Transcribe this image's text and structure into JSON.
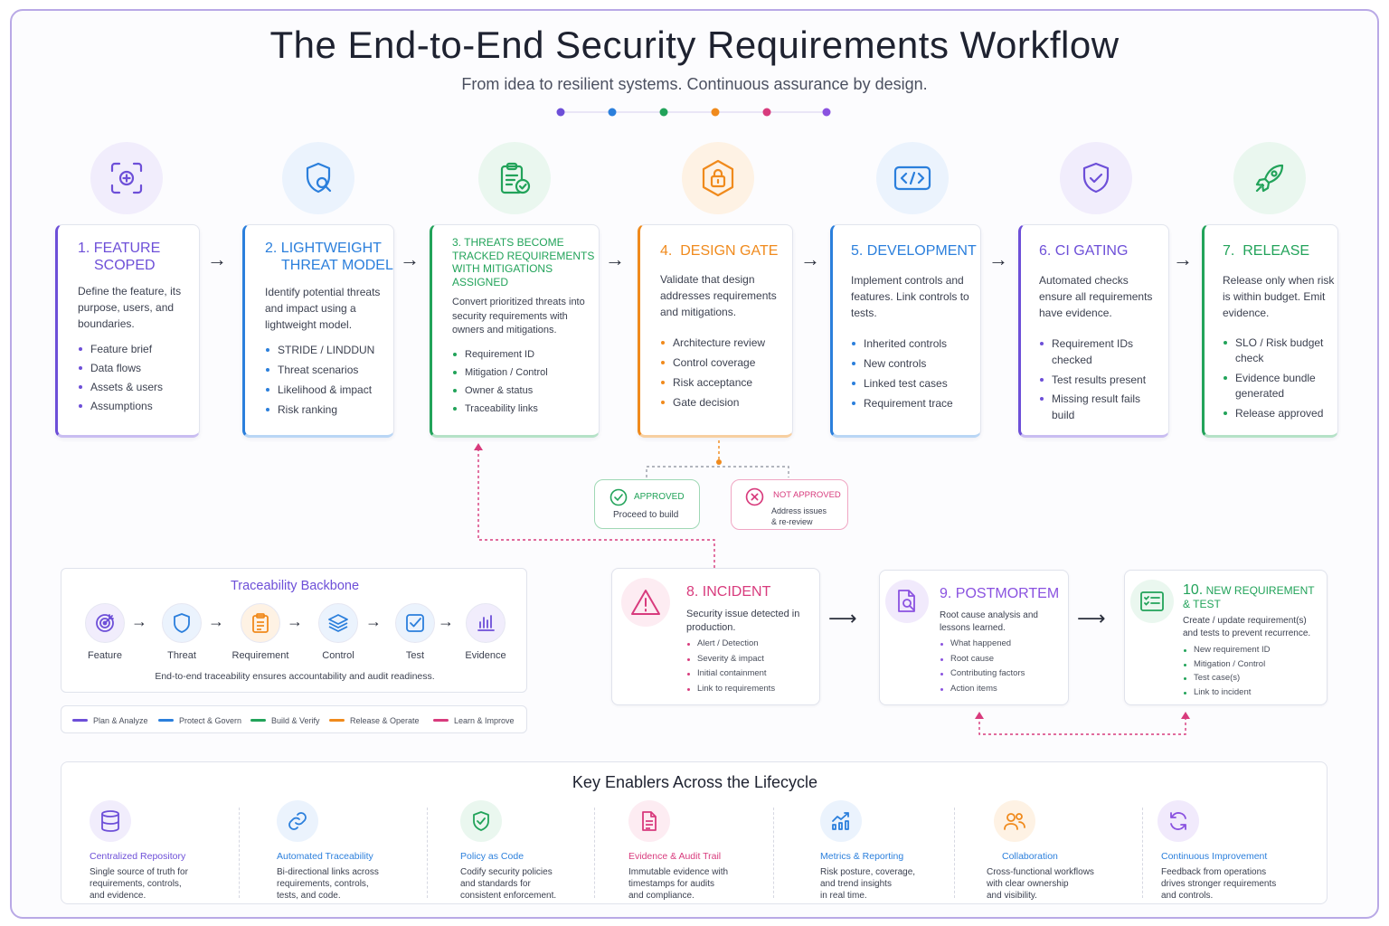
{
  "header": {
    "title": "The End-to-End Security Requirements Workflow",
    "subtitle": "From idea to resilient systems. Continuous assurance by design."
  },
  "colors": {
    "purple": "#6d4fd8",
    "blue": "#2b7fdc",
    "green": "#22a35a",
    "orange": "#f08a1c",
    "pink": "#d83b7d",
    "violet": "#8a52e0"
  },
  "steps": [
    {
      "num": "1.",
      "title1": "FEATURE",
      "title2": "SCOPED",
      "desc": "Define the feature, its purpose, users, and boundaries.",
      "items": [
        "Feature brief",
        "Data flows",
        "Assets & users",
        "Assumptions"
      ],
      "icon": "scope-icon",
      "color": "#6d4fd8"
    },
    {
      "num": "2.",
      "title1": "LIGHTWEIGHT",
      "title2": "THREAT MODEL",
      "desc": "Identify potential threats and impact using a lightweight model.",
      "items": [
        "STRIDE / LINDDUN",
        "Threat scenarios",
        "Likelihood & impact",
        "Risk ranking"
      ],
      "icon": "shield-search-icon",
      "color": "#2b7fdc"
    },
    {
      "num": "3.",
      "title1": "THREATS BECOME TRACKED REQUIREMENTS WITH MITIGATIONS ASSIGNED",
      "title2": "",
      "desc": "Convert prioritized threats into security requirements with owners and mitigations.",
      "items": [
        "Requirement ID",
        "Mitigation / Control",
        "Owner & status",
        "Traceability links"
      ],
      "icon": "clipboard-check-icon",
      "color": "#22a35a"
    },
    {
      "num": "4.",
      "title1": "DESIGN GATE",
      "title2": "",
      "desc": "Validate that design addresses requirements and mitigations.",
      "items": [
        "Architecture review",
        "Control coverage",
        "Risk acceptance",
        "Gate decision"
      ],
      "icon": "lock-icon",
      "color": "#f08a1c"
    },
    {
      "num": "5.",
      "title1": "DEVELOPMENT",
      "title2": "",
      "desc": "Implement controls and features. Link controls to tests.",
      "items": [
        "Inherited controls",
        "New controls",
        "Linked test cases",
        "Requirement trace"
      ],
      "icon": "code-icon",
      "color": "#2b7fdc"
    },
    {
      "num": "6.",
      "title1": "CI GATING",
      "title2": "",
      "desc": "Automated checks ensure all requirements have evidence.",
      "items": [
        "Requirement IDs checked",
        "Test results present",
        "Missing result fails build"
      ],
      "icon": "shield-check-icon",
      "color": "#6d4fd8"
    },
    {
      "num": "7.",
      "title1": "RELEASE",
      "title2": "",
      "desc": "Release only when risk is within budget. Emit evidence.",
      "items": [
        "SLO / Risk budget check",
        "Evidence bundle generated",
        "Release approved"
      ],
      "icon": "rocket-icon",
      "color": "#22a35a"
    }
  ],
  "gate": {
    "approved_title": "APPROVED",
    "approved_desc": "Proceed to build",
    "not_title": "NOT APPROVED",
    "not_desc1": "Address issues",
    "not_desc2": "& re-review"
  },
  "feedback": [
    {
      "num": "8.",
      "title": "INCIDENT",
      "desc": "Security issue detected in production.",
      "items": [
        "Alert / Detection",
        "Severity & impact",
        "Initial containment",
        "Link to requirements"
      ],
      "icon": "warning-icon",
      "color": "#d83b7d"
    },
    {
      "num": "9.",
      "title": "POSTMORTEM",
      "desc": "Root cause analysis and lessons learned.",
      "items": [
        "What happened",
        "Root cause",
        "Contributing factors",
        "Action items"
      ],
      "icon": "document-search-icon",
      "color": "#8a52e0"
    },
    {
      "num": "10.",
      "title": "NEW REQUIREMENT & TEST",
      "desc": "Create / update requirement(s) and tests to prevent recurrence.",
      "items": [
        "New requirement ID",
        "Mitigation / Control",
        "Test case(s)",
        "Link to incident"
      ],
      "icon": "checklist-icon",
      "color": "#22a35a"
    }
  ],
  "traceability": {
    "title": "Traceability Backbone",
    "items": [
      "Feature",
      "Threat",
      "Requirement",
      "Control",
      "Test",
      "Evidence"
    ],
    "caption": "End-to-end traceability ensures accountability and audit readiness."
  },
  "legend": [
    {
      "label": "Plan & Analyze",
      "color": "#6d4fd8"
    },
    {
      "label": "Protect & Govern",
      "color": "#2b7fdc"
    },
    {
      "label": "Build & Verify",
      "color": "#22a35a"
    },
    {
      "label": "Release & Operate",
      "color": "#f08a1c"
    },
    {
      "label": "Learn & Improve",
      "color": "#d83b7d"
    }
  ],
  "enablers": {
    "title": "Key Enablers Across the Lifecycle",
    "items": [
      {
        "title": "Centralized Repository",
        "desc": [
          "Single source of truth for",
          "requirements, controls,",
          "and evidence."
        ],
        "icon": "database-icon",
        "color": "#6d4fd8"
      },
      {
        "title": "Automated Traceability",
        "desc": [
          "Bi-directional links across",
          "requirements, controls,",
          "tests, and code."
        ],
        "icon": "link-icon",
        "color": "#2b7fdc"
      },
      {
        "title": "Policy as Code",
        "desc": [
          "Codify security policies",
          "and standards for",
          "consistent enforcement."
        ],
        "icon": "shield-icon",
        "color": "#22a35a"
      },
      {
        "title": "Evidence & Audit Trail",
        "desc": [
          "Immutable evidence with",
          "timestamps for audits",
          "and compliance."
        ],
        "icon": "file-icon",
        "color": "#d83b7d"
      },
      {
        "title": "Metrics & Reporting",
        "desc": [
          "Risk posture, coverage,",
          "and trend insights",
          "in real time."
        ],
        "icon": "chart-icon",
        "color": "#2b7fdc"
      },
      {
        "title": "Collaboration",
        "desc": [
          "Cross-functional workflows",
          "with clear ownership",
          "and visibility."
        ],
        "icon": "users-icon",
        "color": "#f08a1c"
      },
      {
        "title": "Continuous Improvement",
        "desc": [
          "Feedback from operations",
          "drives stronger requirements",
          "and controls."
        ],
        "icon": "refresh-icon",
        "color": "#8a52e0"
      }
    ]
  }
}
